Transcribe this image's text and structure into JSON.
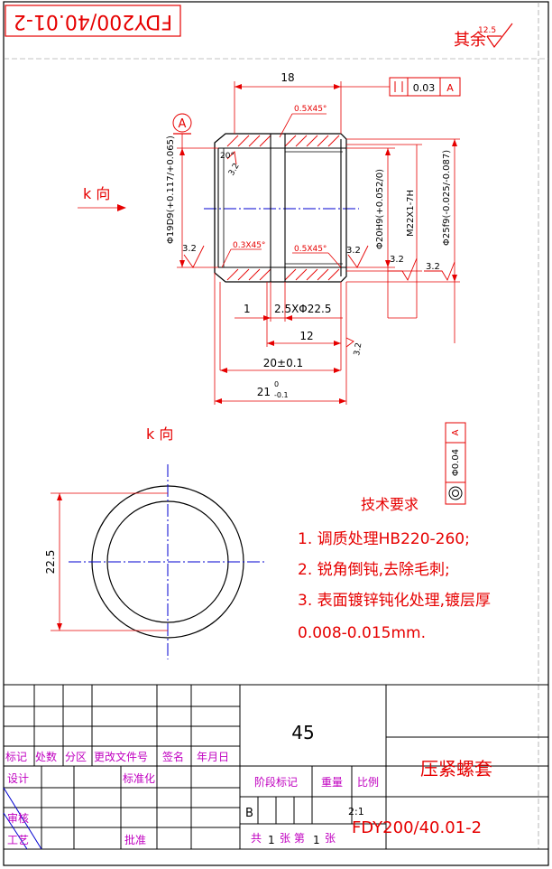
{
  "drawing_number_rotated": "FDY200/40.01-2",
  "surface_finish_rest": {
    "label": "其余",
    "value": "12.5"
  },
  "view_label_k_arrow": "k 向",
  "view_label_k_section": "k   向",
  "datum_label": "A",
  "dimensions": {
    "length_18": "18",
    "chamfer_top_right": "0.5X45°",
    "chamfer_bottom_left": "0.3X45°",
    "chamfer_bottom_right": "0.5X45°",
    "angle_20": "20°",
    "roughness_32_a": "3.2",
    "roughness_32_b": "3.2",
    "roughness_32_c": "3.2",
    "roughness_32_d": "3.2",
    "roughness_32_e": "3.2",
    "roughness_32_f": "3.2",
    "bore_19": "Φ19D9(+0.117/+0.065)",
    "bore_20": "Φ20H9(+0.052/0)",
    "thread": "M22X1-7H",
    "outer_25": "Φ25f9(-0.025/-0.087)",
    "groove_1": "1",
    "groove": "2.5XΦ22.5",
    "length_12": "12",
    "length_20": "20±0.1",
    "length_21": "21",
    "length_21_tol_upper": "0",
    "length_21_tol_lower": "-0.1",
    "diameter_22_5": "22.5"
  },
  "parallelism_frame": {
    "value": "0.03",
    "datum": "A"
  },
  "concentricity_frame": {
    "value": "Φ0.04",
    "datum": "A"
  },
  "tech_requirements": {
    "title": "技术要求",
    "items": [
      "1. 调质处理HB220-260;",
      "2. 锐角倒钝,去除毛刺;",
      "3. 表面镀锌钝化处理,镀层厚",
      "0.008-0.015mm."
    ]
  },
  "title_block": {
    "material": "45",
    "part_name": "压紧螺套",
    "drawing_number": "FDY200/40.01-2",
    "headers": [
      "标记",
      "处数",
      "分区",
      "更改文件号",
      "签名",
      "年月日"
    ],
    "design": "设计",
    "standardize": "标准化",
    "review": "审核",
    "process": "工艺",
    "approve": "批准",
    "stage_mark": "阶段标记",
    "weight": "重量",
    "scale": "比例",
    "stage_value": "B",
    "scale_value": "2:1",
    "sheet_total_label": "共",
    "sheet_total": "1",
    "sheet_label": "张 第",
    "sheet_number": "1",
    "sheet_suffix": "张"
  },
  "colors": {
    "red": "#e60000",
    "blue": "#0000d0",
    "black": "#000000",
    "magenta": "#c000c0"
  }
}
